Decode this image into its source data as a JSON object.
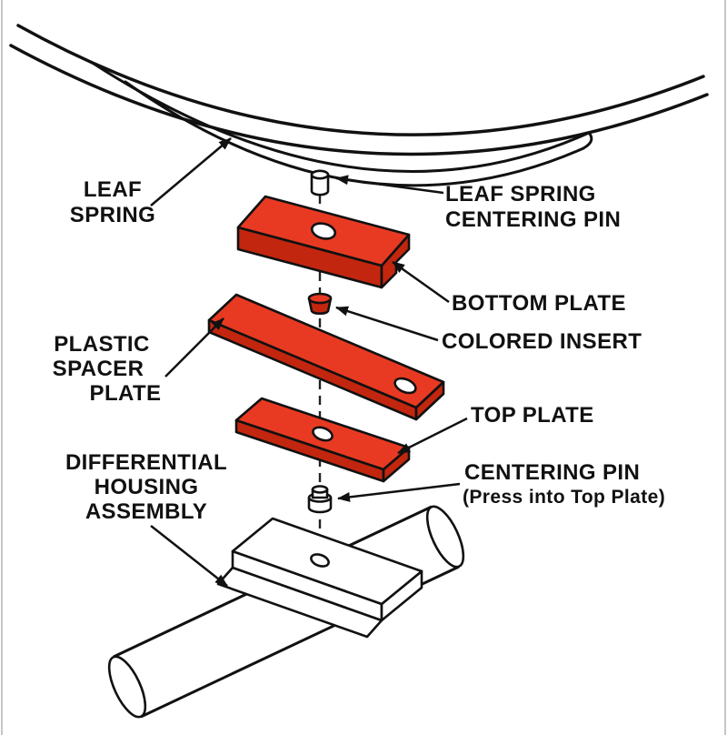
{
  "meta": {
    "title": "Leaf spring mounting exploded-view diagram"
  },
  "colors": {
    "red": "#e83a22",
    "red_dark": "#c3260f",
    "line": "#111111",
    "white": "#ffffff"
  },
  "labels": {
    "leaf_spring": [
      "LEAF",
      "SPRING"
    ],
    "leaf_spring_centering_pin": [
      "LEAF SPRING",
      "CENTERING PIN"
    ],
    "bottom_plate": [
      "BOTTOM PLATE"
    ],
    "colored_insert": [
      "COLORED INSERT"
    ],
    "plastic_spacer_plate": [
      "PLASTIC",
      "SPACER",
      "PLATE"
    ],
    "top_plate": [
      "TOP PLATE"
    ],
    "centering_pin": [
      "CENTERING PIN",
      "(Press into Top Plate)"
    ],
    "differential_housing_assembly": [
      "DIFFERENTIAL",
      "HOUSING",
      "ASSEMBLY"
    ]
  }
}
